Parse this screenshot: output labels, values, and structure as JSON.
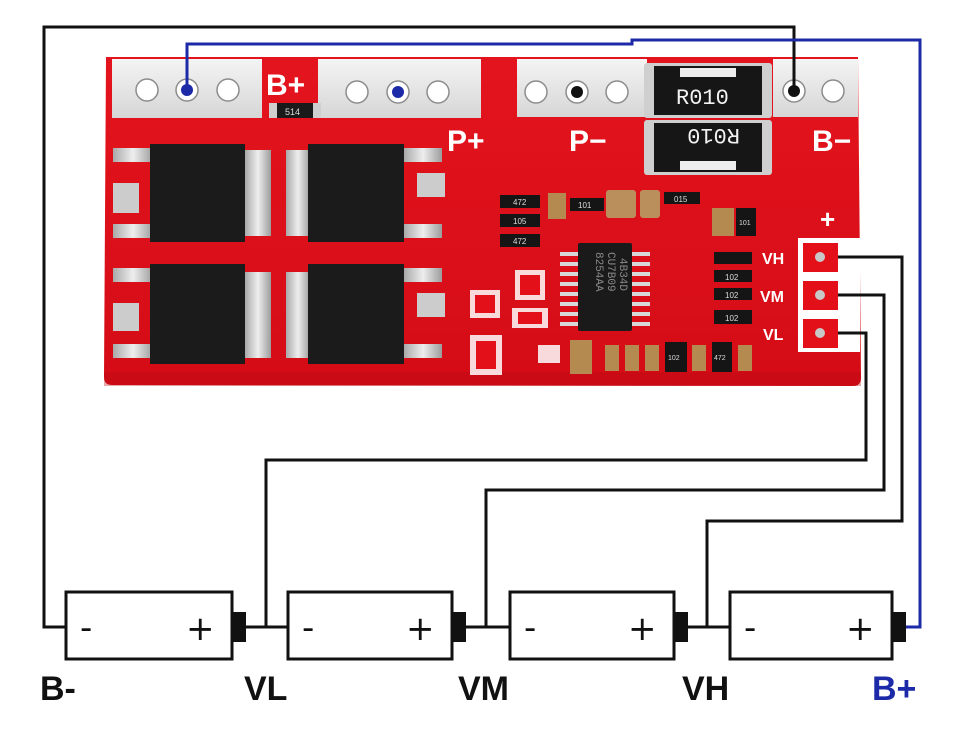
{
  "colors": {
    "pcb": "#e3101a",
    "wire_black": "#111111",
    "wire_blue": "#1c2aa8",
    "label_black": "#111111",
    "label_blue": "#1c2aa8"
  },
  "pcb": {
    "pads": {
      "b_plus": "B+",
      "p_plus": "P+",
      "p_minus": "P−",
      "b_minus": "B−"
    },
    "shunt_resistors": [
      "R010",
      "R010"
    ],
    "balance_connector": {
      "plus": "+",
      "vh": "VH",
      "vm": "VM",
      "vl": "VL"
    },
    "smd_codes": [
      "514",
      "472",
      "105",
      "472",
      "101",
      "015",
      "101",
      "102",
      "102",
      "102",
      "102",
      "472"
    ],
    "ic_markings": [
      "8254AA",
      "CU7B09",
      "4B34D"
    ]
  },
  "cells": [
    {
      "minus": "-",
      "plus": "+"
    },
    {
      "minus": "-",
      "plus": "+"
    },
    {
      "minus": "-",
      "plus": "+"
    },
    {
      "minus": "-",
      "plus": "+"
    }
  ],
  "terminals": {
    "b_minus": "B-",
    "vl": "VL",
    "vm": "VM",
    "vh": "VH",
    "b_plus": "B+"
  }
}
